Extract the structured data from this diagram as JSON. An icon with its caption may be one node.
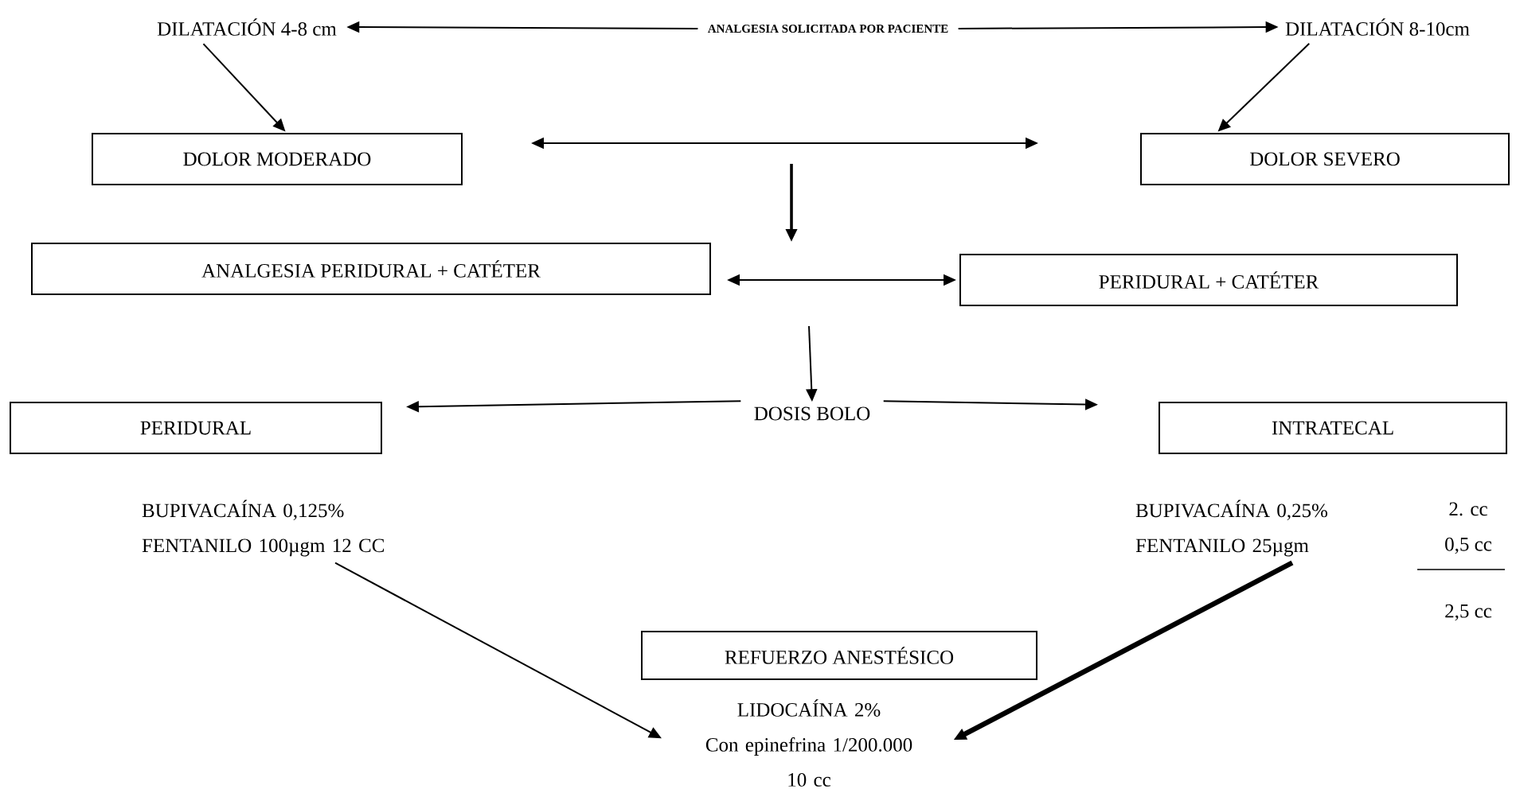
{
  "diagram": {
    "nodes": [
      {
        "text": [
          "DILATACIÓN 4-8 cm"
        ]
      },
      {
        "text": [
          "ANALGESIA SOLICITADA POR PACIENTE"
        ]
      },
      {
        "text": [
          "DILATACIÓN 8-10cm"
        ]
      },
      {
        "text": [
          "DOLOR MODERADO"
        ]
      },
      {
        "text": [
          "DOLOR SEVERO"
        ]
      },
      {
        "text": [
          "ANALGESIA PERIDURAL + CATÉTER"
        ]
      },
      {
        "text": [
          "PERIDURAL + CATÉTER"
        ]
      },
      {
        "text": [
          "DOSIS BOLO"
        ]
      },
      {
        "text": [
          "PERIDURAL"
        ]
      },
      {
        "text": [
          "INTRATECAL"
        ]
      },
      {
        "text": [
          "BUPIVACAÍNA 0,125% FENTANILO 100µgm 12 CC"
        ]
      },
      {
        "text": [
          "BUPIVACAÍNA 0,25% FENTANILO 25µgm"
        ]
      },
      {
        "text": [
          "REFUERZO ANESTÉSICO"
        ]
      },
      {
        "text": [
          "LIDOCAÍNA 2%",
          "Con epinefrina 1/200.000",
          "10 cc"
        ]
      }
    ],
    "edges": [
      {
        "from": 1,
        "to": 0,
        "arrow": "to"
      },
      {
        "from": 1,
        "to": 2,
        "arrow": "to"
      },
      {
        "from": 0,
        "to": 3,
        "arrow": "to"
      },
      {
        "from": 2,
        "to": 4,
        "arrow": "to"
      },
      {
        "from": 3,
        "to": 4,
        "arrow": "both"
      },
      {
        "from": 5,
        "to": 6,
        "arrow": "both"
      },
      {
        "from": null,
        "to": 7,
        "arrow": "to"
      },
      {
        "from": 7,
        "to": 8,
        "arrow": "to"
      },
      {
        "from": 7,
        "to": 9,
        "arrow": "to"
      },
      {
        "from": 10,
        "to": 13,
        "arrow": "to"
      },
      {
        "from": 11,
        "to": 13,
        "arrow": "to",
        "style": "thick"
      }
    ],
    "labels": [
      "2. cc",
      "0,5 cc",
      "2,5 cc"
    ]
  }
}
